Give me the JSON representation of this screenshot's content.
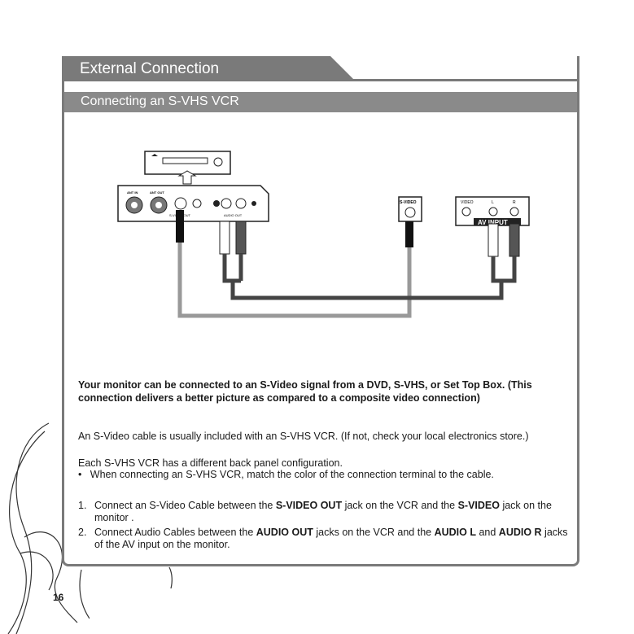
{
  "section": {
    "title": "External Connection"
  },
  "subsection": {
    "title": "Connecting an S-VHS VCR"
  },
  "diagram": {
    "vcr_labels": {
      "ant_in": "ANT IN",
      "ant_out": "ANT OUT",
      "svideo_out": "S-VIDEO OUT",
      "audio_out": "AUDIO OUT"
    },
    "monitor_svideo_label": "S-VIDEO",
    "av_input": {
      "video": "VIDEO",
      "l": "L",
      "r": "R",
      "title": "AV INPUT"
    }
  },
  "intro_bold": "Your monitor can be connected to an S-Video signal from a DVD, S-VHS, or Set Top Box. (This connection delivers a better picture as compared to a composite video connection)",
  "cable_note": "An S-Video cable is usually included with an S-VHS VCR. (If not, check your local electronics store.)",
  "panel_note": "Each S-VHS VCR has a different back panel configuration.",
  "bullet": "When connecting an S-VHS VCR, match the color of the connection terminal to the cable.",
  "steps": [
    {
      "num": "1.",
      "a": "Connect an S-Video Cable between the ",
      "b1": "S-VIDEO OUT",
      "c": " jack on the VCR and the ",
      "b2": "S-VIDEO",
      "d": " jack on the monitor ."
    },
    {
      "num": "2.",
      "a": "Connect Audio Cables between the ",
      "b1": "AUDIO OUT",
      "c": " jacks on the VCR and the ",
      "b2": "AUDIO L",
      "d": " and ",
      "b3": "AUDIO R",
      "e": " jacks of the AV input on the monitor."
    }
  ],
  "page_number": "16"
}
